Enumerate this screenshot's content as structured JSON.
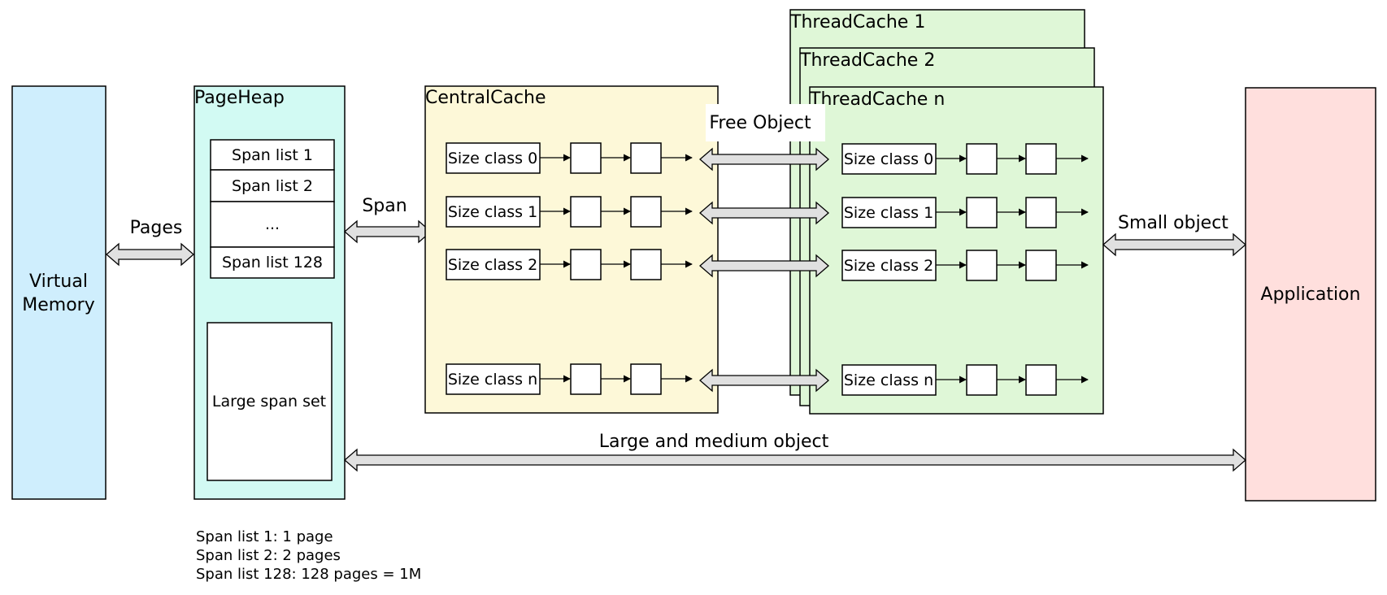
{
  "colors": {
    "virtual_memory": "#cfeefd",
    "page_heap": "#d2faf3",
    "central_cache": "#fdf8d8",
    "thread_cache": "#dff7d7",
    "application": "#ffdfdd",
    "arrow_fill": "#e0e0e0"
  },
  "virtual_memory": {
    "line1": "Virtual",
    "line2": "Memory"
  },
  "page_heap": {
    "title": "PageHeap",
    "span_lists": [
      "Span list 1",
      "Span list 2",
      "...",
      "Span list 128"
    ],
    "large_span_set": "Large span set"
  },
  "central_cache": {
    "title": "CentralCache",
    "size_classes": [
      "Size class 0",
      "Size class 1",
      "Size class 2",
      "Size class n"
    ]
  },
  "thread_caches": {
    "titles": [
      "ThreadCache 1",
      "ThreadCache 2",
      "ThreadCache n"
    ],
    "size_classes": [
      "Size class 0",
      "Size class 1",
      "Size class 2",
      "Size class n"
    ]
  },
  "application": {
    "label": "Application"
  },
  "arrows": {
    "pages": "Pages",
    "span": "Span",
    "free_object": "Free Object",
    "small_object": "Small object",
    "large_medium": "Large and medium object"
  },
  "notes": [
    "Span list 1: 1 page",
    "Span list 2: 2 pages",
    "Span list 128: 128 pages = 1M"
  ]
}
